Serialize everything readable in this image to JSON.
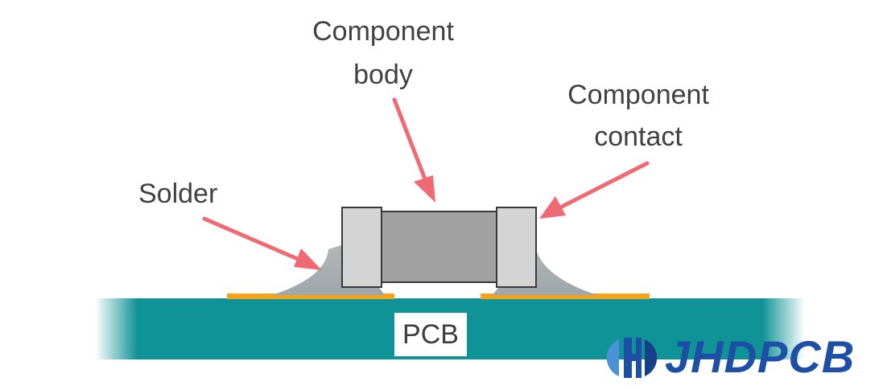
{
  "diagram": {
    "labels": {
      "component_body": [
        "Component",
        "body"
      ],
      "component_contact": [
        "Component",
        "contact"
      ],
      "solder": "Solder",
      "pcb": "PCB"
    },
    "logo": {
      "text": "JHDPCB"
    },
    "colors": {
      "pcb": "#0f9396",
      "pad": "#f6a21b",
      "solder": "#a8acae",
      "body": "#a2a2a2",
      "contact": "#d4d4d4",
      "arrow": "#ef6a72",
      "logo_blue": "#1d4fa7",
      "logo_light": "#4b91d8"
    }
  }
}
